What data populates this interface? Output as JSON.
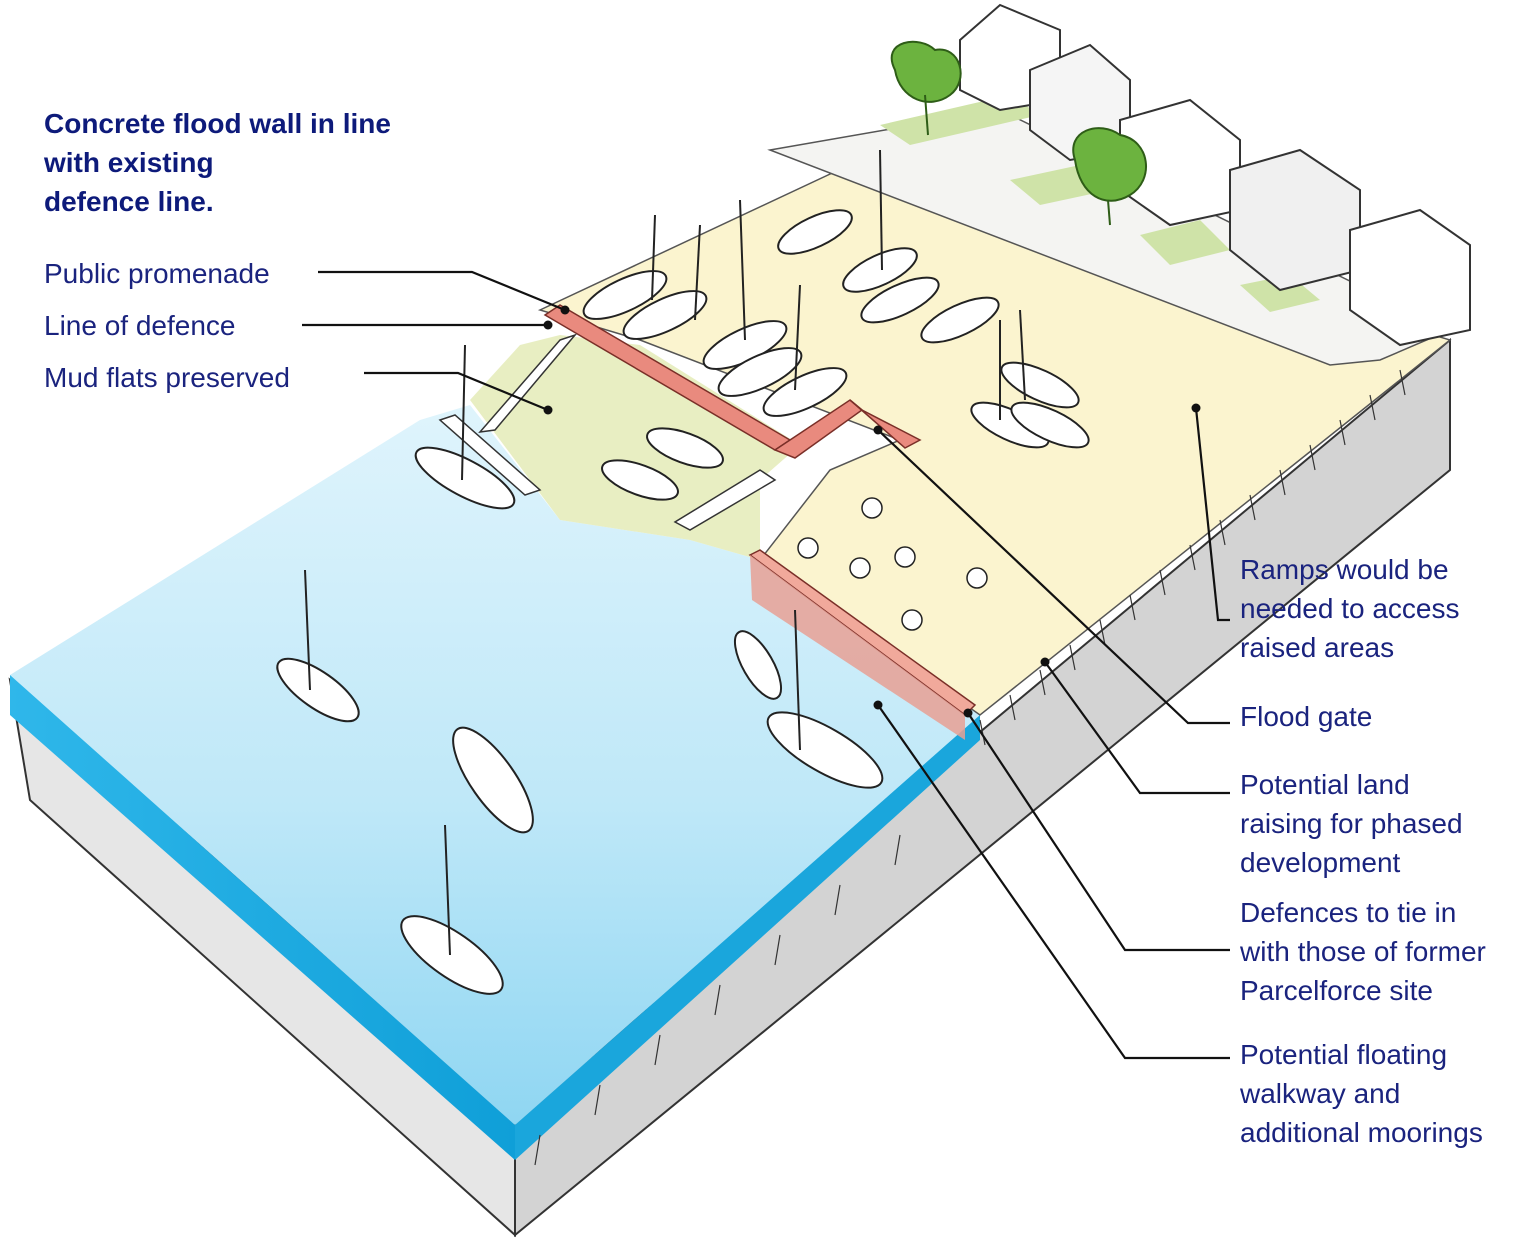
{
  "heading": {
    "lines": [
      "Concrete flood wall in line",
      "with existing",
      "defence line."
    ]
  },
  "left_labels": {
    "public_promenade": "Public promenade",
    "line_of_defence": "Line of defence",
    "mud_flats": "Mud flats preserved"
  },
  "right_labels": {
    "ramps": "Ramps would be\nneeded to access\nraised areas",
    "flood_gate": "Flood gate",
    "land_raising": "Potential land\nraising for phased\ndevelopment",
    "defences_tie": "Defences to tie in\nwith those of former\nParcelforce site",
    "floating_walkway": "Potential floating\nwalkway and\nadditional moorings"
  },
  "colors": {
    "text": "#1a237e",
    "heading": "#0d1a7a",
    "water_light": "#c9ecfa",
    "water_deep": "#16a8e0",
    "promenade": "#fbf4cf",
    "flood_wall": "#e98a7e",
    "mud_flats": "#e6ecbb",
    "grass": "#cfe3a8",
    "tree": "#6cb33f",
    "ground_side": "#dcdcdc"
  }
}
